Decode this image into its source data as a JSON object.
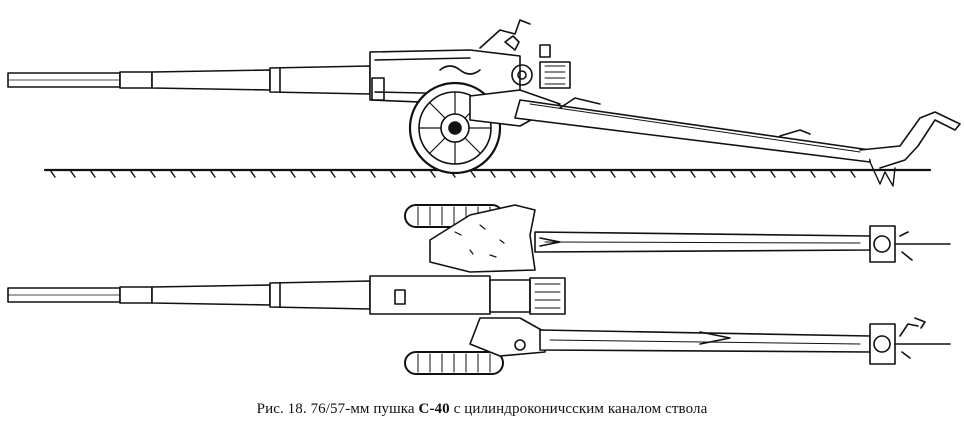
{
  "caption": {
    "prefix": "Рис. 18. 76/57-мм пушка ",
    "model": "С-40",
    "suffix": " с цилиндроконичсским каналом ствола"
  },
  "drawing": {
    "views": [
      "side-view",
      "top-view"
    ],
    "ink_color": "#111111",
    "paper_color": "#ffffff"
  }
}
